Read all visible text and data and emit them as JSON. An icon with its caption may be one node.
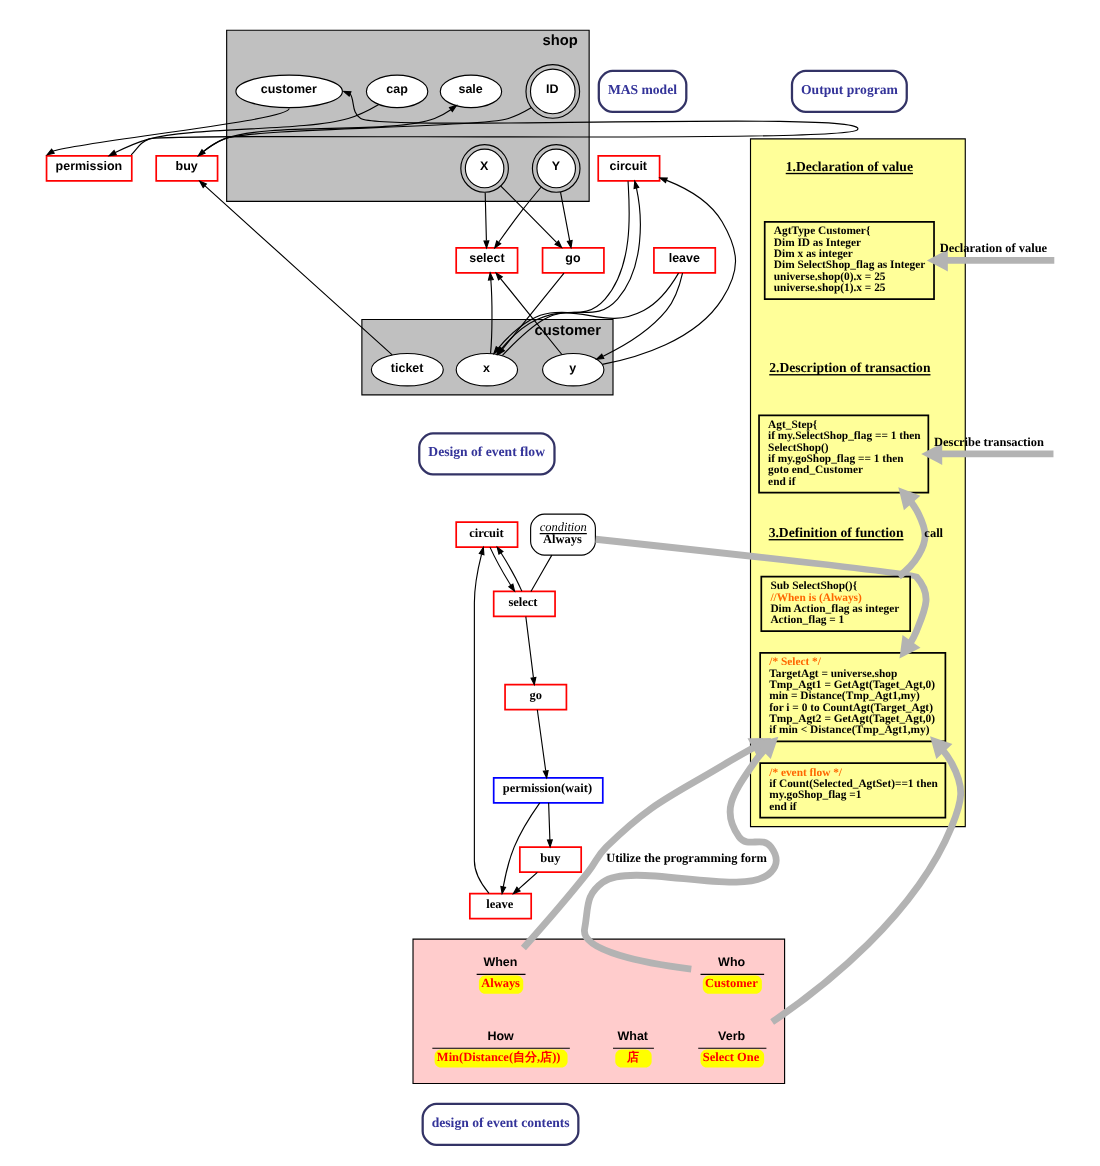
{
  "diagram": {
    "nodes": [
      {
        "text": [
          "MAS model"
        ]
      },
      {
        "text": [
          "shop"
        ]
      },
      {
        "text": [
          "X"
        ],
        "in": 1
      },
      {
        "text": [
          "Y"
        ],
        "in": 1
      },
      {
        "text": [
          "cap"
        ],
        "in": 1
      },
      {
        "text": [
          "customer"
        ],
        "in": 1
      },
      {
        "text": [
          "sale"
        ],
        "in": 1
      },
      {
        "text": [
          "ID"
        ],
        "in": 1
      },
      {
        "text": [
          "circuit"
        ]
      },
      {
        "text": [
          "permission"
        ]
      },
      {
        "text": [
          "buy"
        ]
      },
      {
        "text": [
          "select"
        ]
      },
      {
        "text": [
          "go"
        ]
      },
      {
        "text": [
          "leave"
        ]
      },
      {
        "text": [
          "customer"
        ]
      },
      {
        "text": [
          "x"
        ],
        "in": 14
      },
      {
        "text": [
          "y"
        ],
        "in": 14
      },
      {
        "text": [
          "ticket"
        ],
        "in": 14
      },
      {
        "text": [
          "Design of event flow"
        ]
      },
      {
        "text": [
          "circuit"
        ]
      },
      {
        "text": [
          "select"
        ]
      },
      {
        "text": [
          "go"
        ]
      },
      {
        "text": [
          "permission(wait)"
        ]
      },
      {
        "text": [
          "buy"
        ]
      },
      {
        "text": [
          "leave"
        ]
      },
      {
        "text": [
          "condition",
          "Always"
        ]
      },
      {
        "text": [],
        "shape": "box"
      },
      {
        "text": [
          "When",
          "Always"
        ],
        "in": 26
      },
      {
        "text": [
          "Who",
          "Customer"
        ],
        "in": 26
      },
      {
        "text": [
          "How",
          "Min(Distance(自分,店))"
        ],
        "in": 26
      },
      {
        "text": [
          "What",
          "店"
        ],
        "in": 26
      },
      {
        "text": [
          "Verb",
          "Select One"
        ],
        "in": 26
      },
      {
        "text": [
          "design of event contents"
        ]
      },
      {
        "text": [
          "Output program"
        ]
      },
      {
        "text": [],
        "shape": "box"
      },
      {
        "text": [
          "AgtType Customer{",
          "Dim ID as Integer",
          "Dim x as integer",
          "Dim SelectShop_flag as Integer",
          "universe.shop(0).x = 25",
          "universe.shop(1).x = 25"
        ],
        "in": 34
      },
      {
        "text": [
          "Agt_Step{",
          "if my.SelectShop_flag == 1 then",
          "SelectShop()",
          "if my.goShop_flag == 1 then",
          "goto end_Customer",
          "end if"
        ],
        "in": 34
      },
      {
        "text": [
          "Sub SelectShop(){",
          "//When is (Always)",
          "Dim Action_flag as integer",
          "Action_flag = 1"
        ],
        "in": 34
      },
      {
        "text": [
          "/* Select */",
          "TargetAgt = universe.shop",
          "Tmp_Agt1 = GetAgt(Taget_Agt,0)",
          "min = Distance(Tmp_Agt1,my)",
          "for i = 0 to CountAgt(Target_Agt)",
          "Tmp_Agt2 = GetAgt(Taget_Agt,0)",
          "if min < Distance(Tmp_Agt1,my)"
        ],
        "in": 34
      },
      {
        "text": [
          "/* event flow */",
          "if Count(Selected_AgtSet)==1 then",
          "my.goShop_flag =1",
          "end if"
        ],
        "in": 34
      }
    ],
    "edges": [
      {
        "from": 2,
        "to": 11,
        "arrow": "to"
      },
      {
        "from": 2,
        "to": 12,
        "arrow": "to"
      },
      {
        "from": 3,
        "to": 11,
        "arrow": "to"
      },
      {
        "from": 3,
        "to": 12,
        "arrow": "to"
      },
      {
        "from": 4,
        "to": 9,
        "arrow": "to"
      },
      {
        "from": 9,
        "to": 5,
        "arrow": "to"
      },
      {
        "from": 5,
        "to": 9,
        "arrow": "to"
      },
      {
        "from": 10,
        "to": 6,
        "arrow": "to"
      },
      {
        "from": 7,
        "to": 10,
        "arrow": "to"
      },
      {
        "from": 17,
        "to": 10,
        "arrow": "to"
      },
      {
        "from": 13,
        "to": 15,
        "arrow": "to"
      },
      {
        "from": 13,
        "to": 16,
        "arrow": "to"
      },
      {
        "from": 8,
        "to": 15,
        "arrow": "to"
      },
      {
        "from": 15,
        "to": 8,
        "arrow": "to"
      },
      {
        "from": 16,
        "to": 8,
        "arrow": "to"
      },
      {
        "from": 15,
        "to": 11,
        "arrow": "to"
      },
      {
        "from": 16,
        "to": 11,
        "arrow": "to"
      },
      {
        "from": 12,
        "to": 15,
        "arrow": "to"
      },
      {
        "from": 19,
        "to": 20,
        "arrow": "to"
      },
      {
        "from": 20,
        "to": 19,
        "arrow": "to"
      },
      {
        "from": 20,
        "to": 21,
        "arrow": "to"
      },
      {
        "from": 21,
        "to": 22,
        "arrow": "to"
      },
      {
        "from": 22,
        "to": 23,
        "arrow": "to"
      },
      {
        "from": 23,
        "to": 24,
        "arrow": "to"
      },
      {
        "from": 22,
        "to": 24,
        "arrow": "to"
      },
      {
        "from": 24,
        "to": 19,
        "arrow": "to"
      },
      {
        "from": 25,
        "to": 20,
        "arrow": "none"
      },
      {
        "from": null,
        "to": 35,
        "arrow": "to",
        "label": "Declaration of value",
        "style": "thick",
        "color": "#b3b3b3"
      },
      {
        "from": null,
        "to": 36,
        "arrow": "to",
        "label": "Describe transaction",
        "style": "thick",
        "color": "#b3b3b3"
      },
      {
        "from": 25,
        "to": 38,
        "arrow": "to",
        "style": "thick",
        "color": "#b3b3b3"
      },
      {
        "from": 27,
        "to": 38,
        "arrow": "to",
        "label": "Utilize the programming form",
        "style": "thick",
        "color": "#b3b3b3"
      },
      {
        "from": 28,
        "to": 38,
        "arrow": "to",
        "style": "thick",
        "color": "#b3b3b3"
      },
      {
        "from": 31,
        "to": 38,
        "arrow": "to",
        "style": "thick",
        "color": "#b3b3b3"
      },
      {
        "from": 37,
        "to": 36,
        "arrow": "to",
        "label": "call",
        "style": "thick",
        "color": "#b3b3b3"
      }
    ],
    "labels": [
      "1.Declaration of value",
      "2.Description of transaction",
      "3.Definition of function"
    ]
  }
}
